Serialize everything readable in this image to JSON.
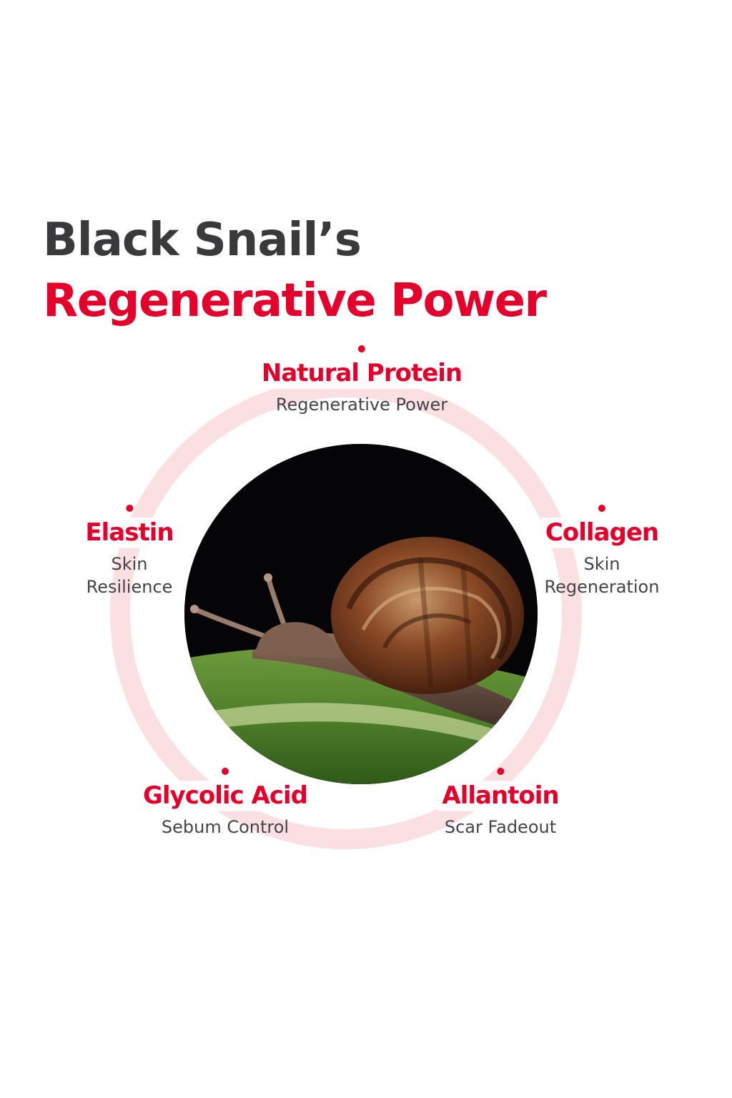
{
  "title": {
    "line1": "Black Snail’s",
    "line2": "Regenerative Power"
  },
  "colors": {
    "accent": "#e4002b",
    "heading": "#3a3a3c",
    "ring": "#fbe0e3",
    "text": "#444448"
  },
  "ingredients": [
    {
      "name": "Natural Protein",
      "benefit": "Regenerative Power"
    },
    {
      "name": "Elastin",
      "benefit": "Skin\nResilience"
    },
    {
      "name": "Collagen",
      "benefit": "Skin\nRegeneration"
    },
    {
      "name": "Glycolic Acid",
      "benefit": "Sebum Control"
    },
    {
      "name": "Allantoin",
      "benefit": "Scar Fadeout"
    }
  ]
}
